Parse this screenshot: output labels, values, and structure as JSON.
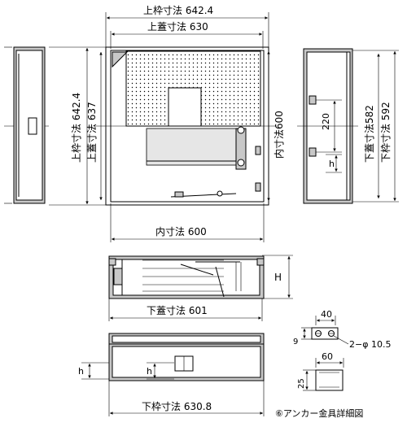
{
  "labels": {
    "upper_frame_width": "上枠寸法 642.4",
    "upper_lid_width": "上蓋寸法 630",
    "upper_frame_height": "上枠寸法 642.4",
    "upper_lid_height": "上蓋寸法 637",
    "inner_height_600": "内寸法600",
    "inner_width_600": "内寸法 600",
    "dim_220": "220",
    "dim_h_side": "h",
    "lower_lid_height": "下蓋寸法582",
    "lower_frame_height": "下枠寸法 592",
    "dim_H": "H",
    "lower_lid_width": "下蓋寸法 601",
    "dim_h_left": "h",
    "dim_h_mid": "h",
    "lower_frame_width": "下枠寸法 630.8",
    "anchor_40": "40",
    "anchor_9": "9",
    "anchor_phi": "2−φ 10.5",
    "anchor_60": "60",
    "anchor_25": "25",
    "anchor_caption": "⑥アンカー金具詳細図"
  }
}
